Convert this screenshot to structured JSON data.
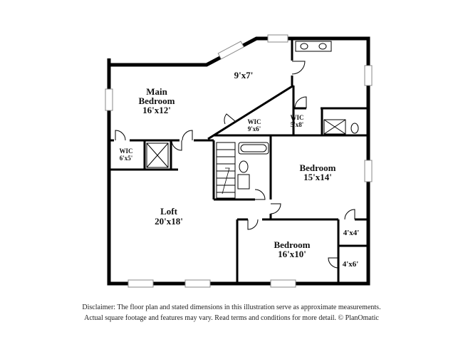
{
  "rooms": {
    "main_bedroom": {
      "name": "Main\nBedroom",
      "line1": "Main",
      "line2": "Bedroom",
      "dims": "16'x12'"
    },
    "bath_main": {
      "dims": "9'x7'"
    },
    "wic_main": {
      "name": "WIC",
      "dims": "9'x6'"
    },
    "wic_small": {
      "name": "WIC",
      "dims": "5'x8'"
    },
    "wic_left": {
      "name": "WIC",
      "dims": "6'x5'"
    },
    "bedroom_2": {
      "name": "Bedroom",
      "dims": "15'x14'"
    },
    "loft": {
      "name": "Loft",
      "dims": "20'x18'"
    },
    "bedroom_3": {
      "name": "Bedroom",
      "dims": "16'x10'"
    },
    "closet_a": {
      "dims": "4'x4'"
    },
    "closet_b": {
      "dims": "4'x6'"
    }
  },
  "disclaimer": {
    "line1": "Disclaimer: The floor plan and stated dimensions in this illustration serve as approximate measurements.",
    "line2": "Actual square footage and features may vary. Read terms and conditions for more detail. © PlanOmatic"
  }
}
